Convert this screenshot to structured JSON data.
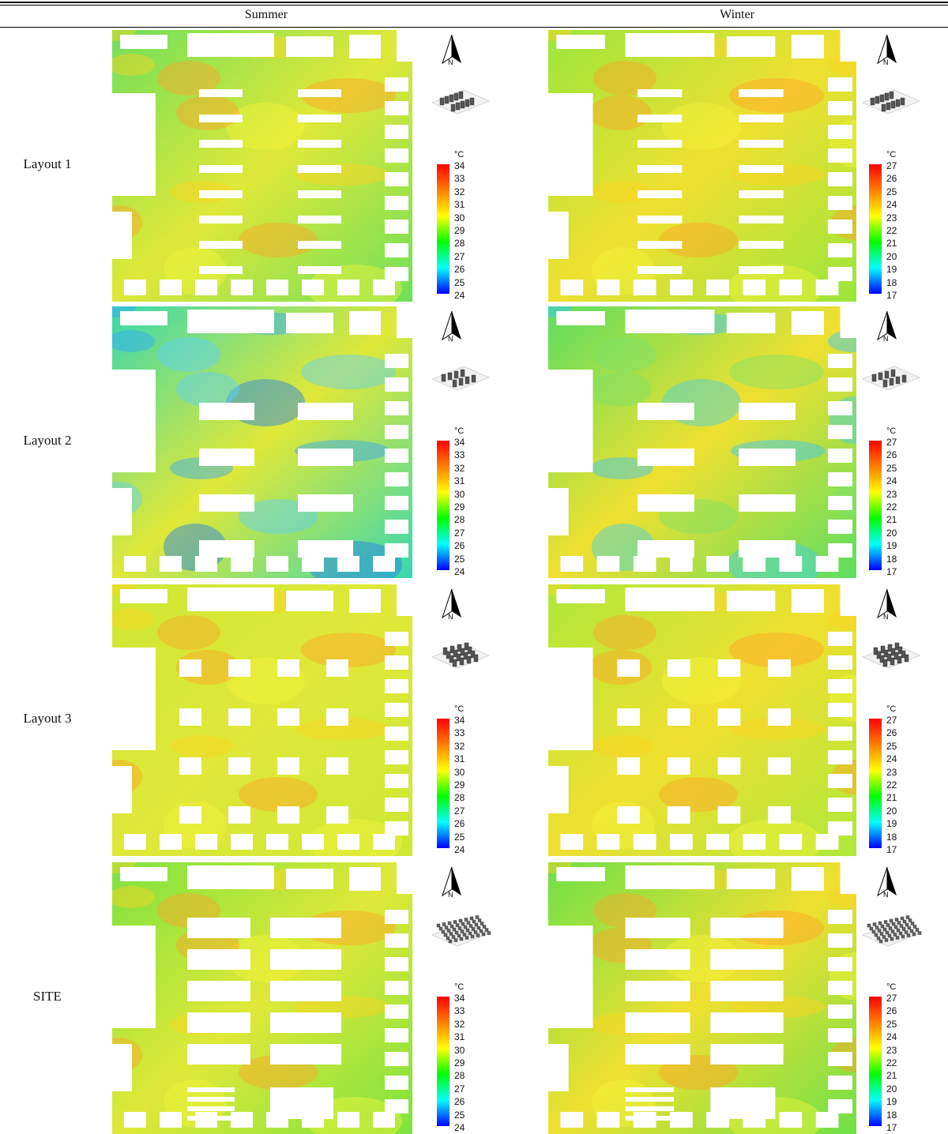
{
  "header": {
    "col_summer": "Summer",
    "col_winter": "Winter"
  },
  "rows": [
    {
      "label": "Layout 1",
      "layout": "bars"
    },
    {
      "label": "Layout 2",
      "layout": "blocks"
    },
    {
      "label": "Layout 3",
      "layout": "grid"
    },
    {
      "label": "SITE",
      "layout": "site"
    }
  ],
  "legend": {
    "unit": "°C",
    "summer_ticks": [
      "34",
      "33",
      "32",
      "31",
      "30",
      "29",
      "28",
      "27",
      "26",
      "25",
      "24"
    ],
    "winter_ticks": [
      "27",
      "26",
      "25",
      "24",
      "23",
      "22",
      "21",
      "20",
      "19",
      "18",
      "17"
    ]
  },
  "north_label": "N",
  "colors": {
    "scale": [
      "#ff0000",
      "#ff7f00",
      "#ffff00",
      "#00ff00",
      "#00ffff",
      "#0000ff"
    ],
    "summer_tint": [
      "#6fe05a",
      "#38d8b0",
      "#cce834",
      "#7ce340"
    ],
    "winter_tint": [
      "#9be63c",
      "#5cde60",
      "#aee83a",
      "#6ee048"
    ]
  }
}
